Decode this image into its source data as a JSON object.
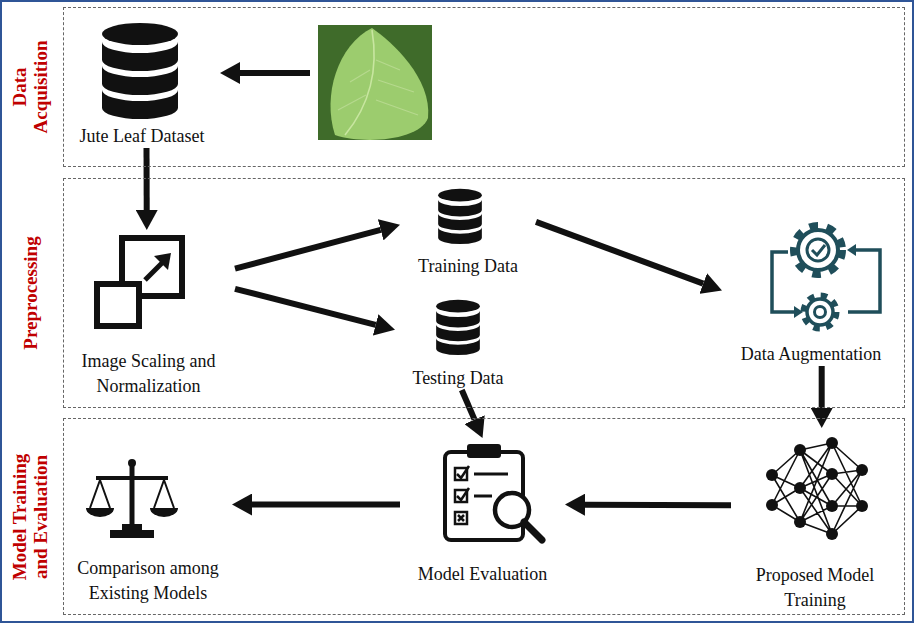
{
  "diagram": {
    "nodes": [
      {
        "text": [
          "Data Acquisition"
        ]
      },
      {
        "text": [
          "Jute Leaf Dataset"
        ],
        "in": 0
      },
      {
        "text": [
          "Preprocessing"
        ]
      },
      {
        "text": [
          "Image Scaling and Normalization"
        ],
        "in": 2
      },
      {
        "text": [
          "Training Data"
        ],
        "in": 2
      },
      {
        "text": [
          "Testing Data"
        ],
        "in": 2
      },
      {
        "text": [
          "Data Augmentation"
        ],
        "in": 2
      },
      {
        "text": [
          "Model Training and Evaluation"
        ]
      },
      {
        "text": [
          "Comparison among Existing Models"
        ],
        "in": 7
      },
      {
        "text": [
          "Model Evaluation"
        ],
        "in": 7
      },
      {
        "text": [
          "Proposed Model Training"
        ],
        "in": 7
      }
    ],
    "edges": [
      {
        "from": 1,
        "to": 3,
        "arrow": "to"
      },
      {
        "from": 3,
        "to": 4,
        "arrow": "to"
      },
      {
        "from": 3,
        "to": 5,
        "arrow": "to"
      },
      {
        "from": 4,
        "to": 6,
        "arrow": "to"
      },
      {
        "from": 6,
        "to": 10,
        "arrow": "to"
      },
      {
        "from": 10,
        "to": 9,
        "arrow": "to"
      },
      {
        "from": 5,
        "to": 9,
        "arrow": "to"
      },
      {
        "from": 9,
        "to": 8,
        "arrow": "to"
      }
    ]
  }
}
